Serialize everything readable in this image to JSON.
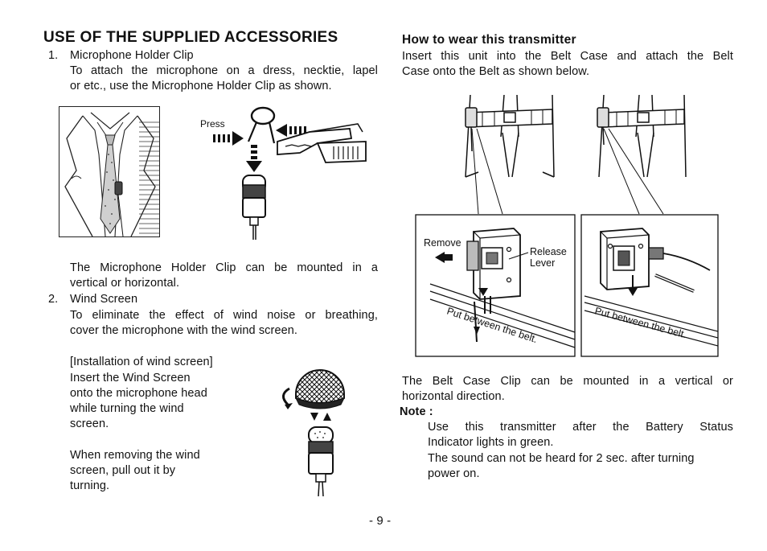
{
  "left": {
    "heading": "USE OF THE SUPPLIED ACCESSORIES",
    "item1": {
      "number": "1.",
      "title": "Microphone Holder Clip",
      "lines": [
        "To attach the microphone on a dress, necktie, lapel",
        "or etc., use the Microphone Holder Clip as shown."
      ],
      "press_label": "Press",
      "after_lines": [
        "The Microphone Holder Clip can be mounted in a",
        "vertical or horizontal."
      ]
    },
    "item2": {
      "number": "2.",
      "title": "Wind Screen",
      "lines": [
        "To eliminate the effect of wind noise or breathing,",
        "cover the microphone with the wind screen."
      ],
      "install_lines": [
        "[Installation of wind screen]",
        "Insert the Wind Screen",
        "onto the microphone head",
        "while turning the wind",
        "screen."
      ],
      "remove_lines": [
        "When removing the wind",
        "screen, pull out it by",
        "turning."
      ]
    }
  },
  "right": {
    "heading": "How to wear this transmitter",
    "intro_lines": [
      "Insert this unit into the Belt Case and attach the Belt",
      "Case onto the Belt as shown below."
    ],
    "diagram": {
      "remove_label": "Remove",
      "release_label_1": "Release",
      "release_label_2": "Lever",
      "put_label_left": "Put between the belt.",
      "put_label_right": "Put between the belt."
    },
    "after_lines": [
      "The Belt Case Clip can be mounted in a vertical or",
      "horizontal direction."
    ],
    "note_label": "Note :",
    "note_lines": [
      "Use this transmitter after the Battery Status",
      "Indicator lights in green.",
      "The sound can not be heard for 2 sec. after turning",
      "power on."
    ]
  },
  "page_number": "- 9 -"
}
